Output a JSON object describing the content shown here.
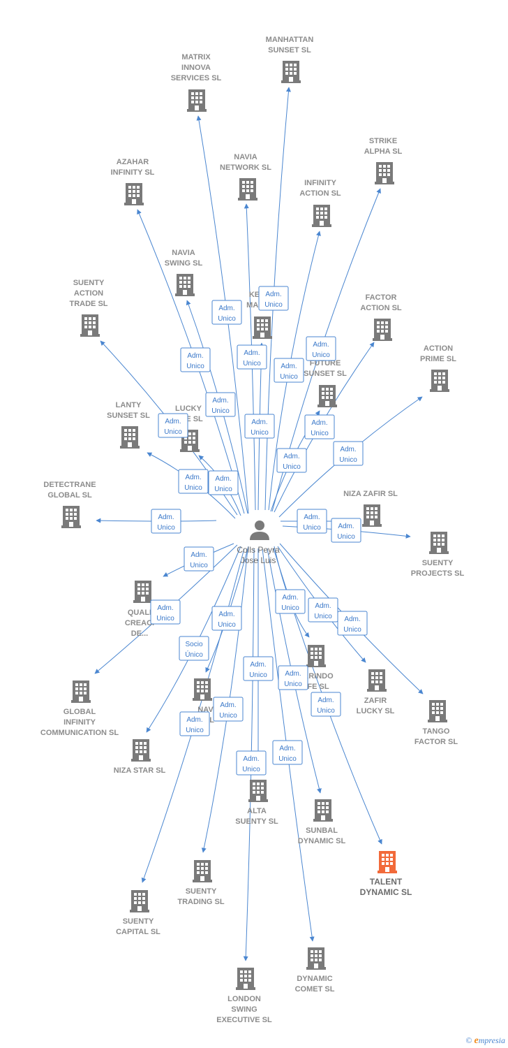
{
  "center": {
    "name_lines": [
      "Colls Peyra",
      "Jose Luis"
    ]
  },
  "colors": {
    "edge": "#4a86d0",
    "building": "#7a7a7a",
    "highlight": "#f26a3a"
  },
  "companies": [
    {
      "id": "manhattan",
      "lines": [
        "MANHATTAN",
        "SUNSET SL"
      ],
      "role": [
        "Adm.",
        "Unico"
      ]
    },
    {
      "id": "matrix",
      "lines": [
        "MATRIX",
        "INNOVA",
        "SERVICES SL"
      ],
      "role": [
        "Adm.",
        "Unico"
      ]
    },
    {
      "id": "azahar",
      "lines": [
        "AZAHAR",
        "INFINITY SL"
      ],
      "role": [
        "Adm.",
        "Unico"
      ]
    },
    {
      "id": "navia-network",
      "lines": [
        "NAVIA",
        "NETWORK SL"
      ],
      "role": [
        "Adm.",
        "Unico"
      ]
    },
    {
      "id": "infinity-action",
      "lines": [
        "INFINITY",
        "ACTION SL"
      ],
      "role": [
        "Adm.",
        "Unico"
      ]
    },
    {
      "id": "strike-alpha",
      "lines": [
        "STRIKE",
        "ALPHA SL"
      ],
      "role": [
        "Adm.",
        "Unico"
      ]
    },
    {
      "id": "navia-swing",
      "lines": [
        "NAVIA",
        "SWING SL"
      ],
      "role": [
        "Adm.",
        "Unico"
      ]
    },
    {
      "id": "suenty-action",
      "lines": [
        "SUENTY",
        "ACTION",
        "TRADE SL"
      ],
      "role": [
        "Adm.",
        "Unico"
      ]
    },
    {
      "id": "kei-mag",
      "lines": [
        "KEI",
        "MAG"
      ],
      "role": [
        "Adm.",
        "Unico"
      ]
    },
    {
      "id": "factor-action",
      "lines": [
        "FACTOR",
        "ACTION SL"
      ],
      "role": [
        "Adm.",
        "Unico"
      ]
    },
    {
      "id": "future-sunset",
      "lines": [
        "FUTURE",
        "SUNSET SL"
      ],
      "role": [
        "Adm.",
        "Unico"
      ]
    },
    {
      "id": "action-prime",
      "lines": [
        "ACTION",
        "PRIME SL"
      ],
      "role": [
        "Adm.",
        "Unico"
      ]
    },
    {
      "id": "lanty",
      "lines": [
        "LANTY",
        "SUNSET SL"
      ],
      "role": [
        "Adm.",
        "Unico"
      ]
    },
    {
      "id": "lucky",
      "lines": [
        "LUCKY",
        "TIVE SL"
      ],
      "role": [
        "Adm.",
        "Unico"
      ]
    },
    {
      "id": "detectrane",
      "lines": [
        "DETECTRANE",
        "GLOBAL  SL"
      ],
      "role": [
        "Adm.",
        "Unico"
      ]
    },
    {
      "id": "niza-zafir",
      "lines": [
        "NIZA ZAFIR SL"
      ],
      "role": [
        "Adm.",
        "Unico"
      ]
    },
    {
      "id": "suenty-projects",
      "lines": [
        "SUENTY",
        "PROJECTS SL"
      ],
      "role": [
        "Adm.",
        "Unico"
      ]
    },
    {
      "id": "quali",
      "lines": [
        "QUALI",
        "CREACI",
        "DE..."
      ],
      "role": [
        "Adm.",
        "Unico"
      ]
    },
    {
      "id": "global-infinity",
      "lines": [
        "GLOBAL",
        "INFINITY",
        "COMMUNICATION SL"
      ],
      "role": [
        "Adm.",
        "Unico"
      ]
    },
    {
      "id": "navia",
      "lines": [
        "NAVIA",
        "SL"
      ],
      "role": [
        "Adm.",
        "Unico"
      ]
    },
    {
      "id": "niza-star",
      "lines": [
        "NIZA STAR SL"
      ],
      "role": [
        "Socio",
        "Único"
      ]
    },
    {
      "id": "carindo",
      "lines": [
        "ARINDO",
        "FE SL"
      ],
      "role": [
        "Adm.",
        "Unico"
      ]
    },
    {
      "id": "zafir-lucky",
      "lines": [
        "ZAFIR",
        "LUCKY SL"
      ],
      "role": [
        "Adm.",
        "Unico"
      ]
    },
    {
      "id": "tango-factor",
      "lines": [
        "TANGO",
        "FACTOR SL"
      ],
      "role": [
        "Adm.",
        "Unico"
      ]
    },
    {
      "id": "alta-suenty",
      "lines": [
        "ALTA",
        "SUENTY SL"
      ],
      "role": [
        "Adm.",
        "Unico"
      ]
    },
    {
      "id": "sunbal",
      "lines": [
        "SUNBAL",
        "DYNAMIC SL"
      ],
      "role": [
        "Adm.",
        "Unico"
      ]
    },
    {
      "id": "talent-dynamic",
      "lines": [
        "TALENT",
        "DYNAMIC  SL"
      ],
      "role": [
        "Adm.",
        "Unico"
      ],
      "highlight": true
    },
    {
      "id": "suenty-trading",
      "lines": [
        "SUENTY",
        "TRADING SL"
      ],
      "role": [
        "Adm.",
        "Unico"
      ]
    },
    {
      "id": "suenty-capital",
      "lines": [
        "SUENTY",
        "CAPITAL SL"
      ],
      "role": [
        "Adm.",
        "Unico"
      ]
    },
    {
      "id": "london",
      "lines": [
        "LONDON",
        "SWING",
        "EXECUTIVE SL"
      ],
      "role": [
        "Adm.",
        "Unico"
      ]
    },
    {
      "id": "dynamic-comet",
      "lines": [
        "DYNAMIC",
        "COMET SL"
      ],
      "role": [
        "Adm.",
        "Unico"
      ]
    }
  ],
  "footer": {
    "copyright": "©",
    "brand_initial": "e",
    "brand_rest": "mpresia"
  }
}
